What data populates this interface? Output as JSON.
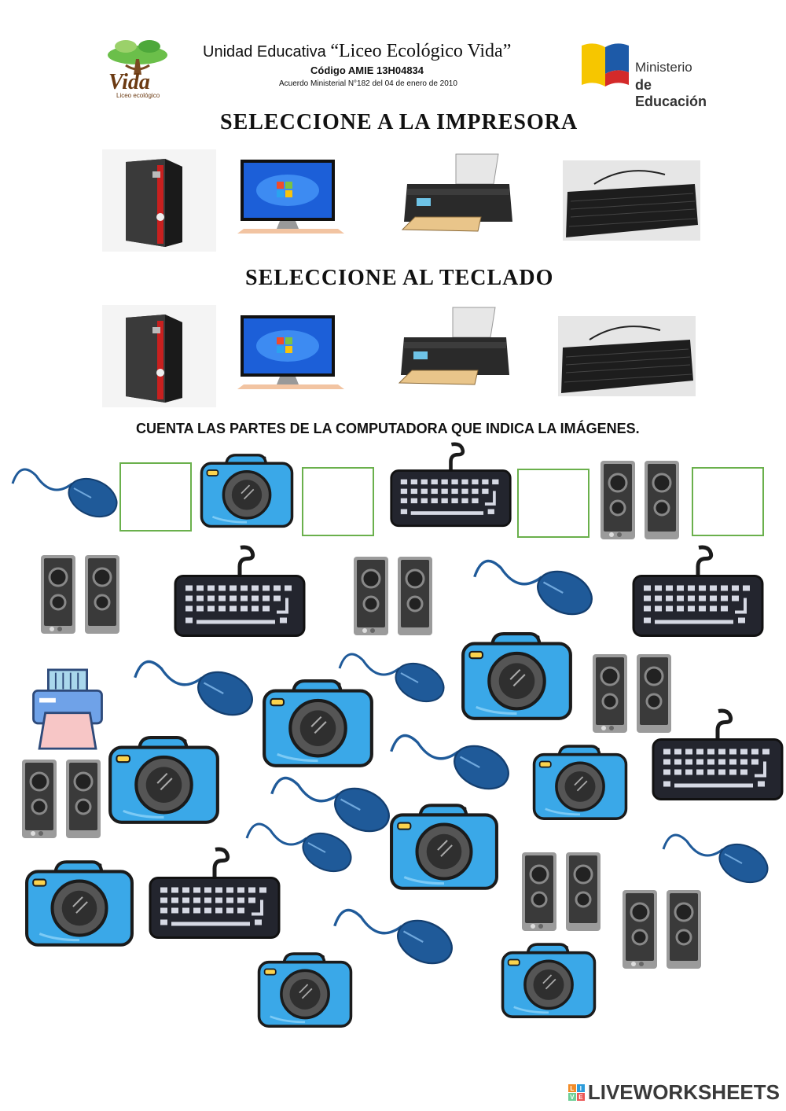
{
  "header": {
    "logo_text": "Vida",
    "logo_subtext": "Liceo ecológico",
    "school_prefix": "Unidad Educativa",
    "school_name": "“Liceo Ecológico Vida”",
    "code": "Código AMIE 13H04834",
    "agreement": "Acuerdo Ministerial N°182 del 04 de enero de 2010",
    "ministry_line1": "Ministerio",
    "ministry_line2": "de Educación"
  },
  "section1": {
    "title": "SELECCIONE A LA IMPRESORA",
    "options": [
      "cpu-tower",
      "monitor",
      "printer",
      "keyboard"
    ]
  },
  "section2": {
    "title": "SELECCIONE AL TECLADO",
    "options": [
      "cpu-tower",
      "monitor",
      "printer",
      "keyboard"
    ]
  },
  "section3": {
    "instruction": "CUENTA LAS PARTES DE LA COMPUTADORA QUE INDICA LA IMÁGENES.",
    "answers": [
      {
        "item": "mouse",
        "value": ""
      },
      {
        "item": "camera",
        "value": ""
      },
      {
        "item": "keyboard",
        "value": ""
      },
      {
        "item": "speakers",
        "value": ""
      }
    ]
  },
  "colors": {
    "camera_blue": "#3aa8e8",
    "mouse_blue": "#1f5a99",
    "keyboard_dark": "#23252e",
    "box_green": "#6ab04c"
  },
  "footer": {
    "brand": "LIVEWORKSHEETS"
  }
}
